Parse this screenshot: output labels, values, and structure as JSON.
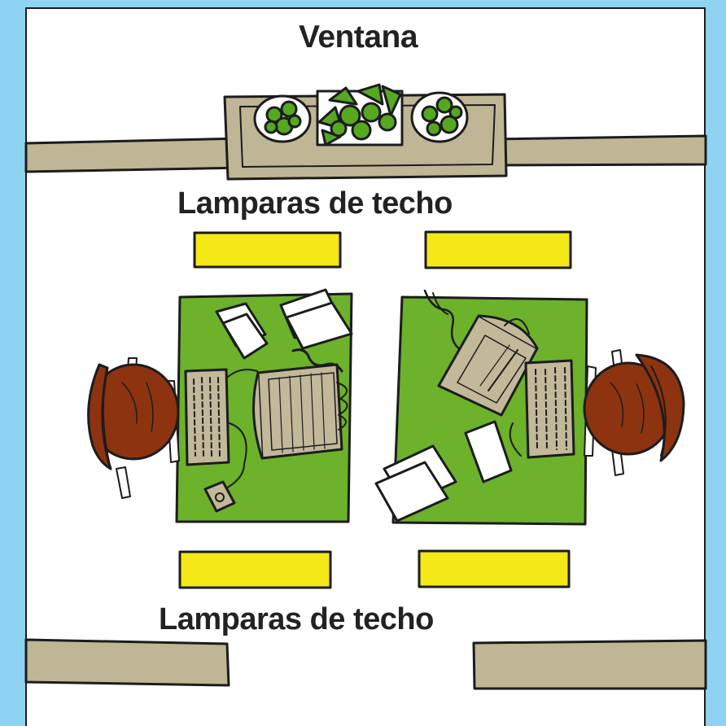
{
  "labels": {
    "window": "Ventana",
    "lamps_top": "Lamparas de techo",
    "lamps_bottom": "Lamparas de techo"
  },
  "colors": {
    "background": "#8fd3f2",
    "wall": "#bfb696",
    "lamp": "#f4e816",
    "desk": "#6cb22a",
    "chair": "#8d3310",
    "plant": "#55a820",
    "equipment": "#c2b89a",
    "paper": "#ffffff",
    "outline": "#1c1c1c"
  },
  "icons": [
    "plant-icon",
    "chair-icon",
    "monitor-icon",
    "keyboard-icon",
    "mouse-icon",
    "paper-icon",
    "lamp-icon"
  ]
}
